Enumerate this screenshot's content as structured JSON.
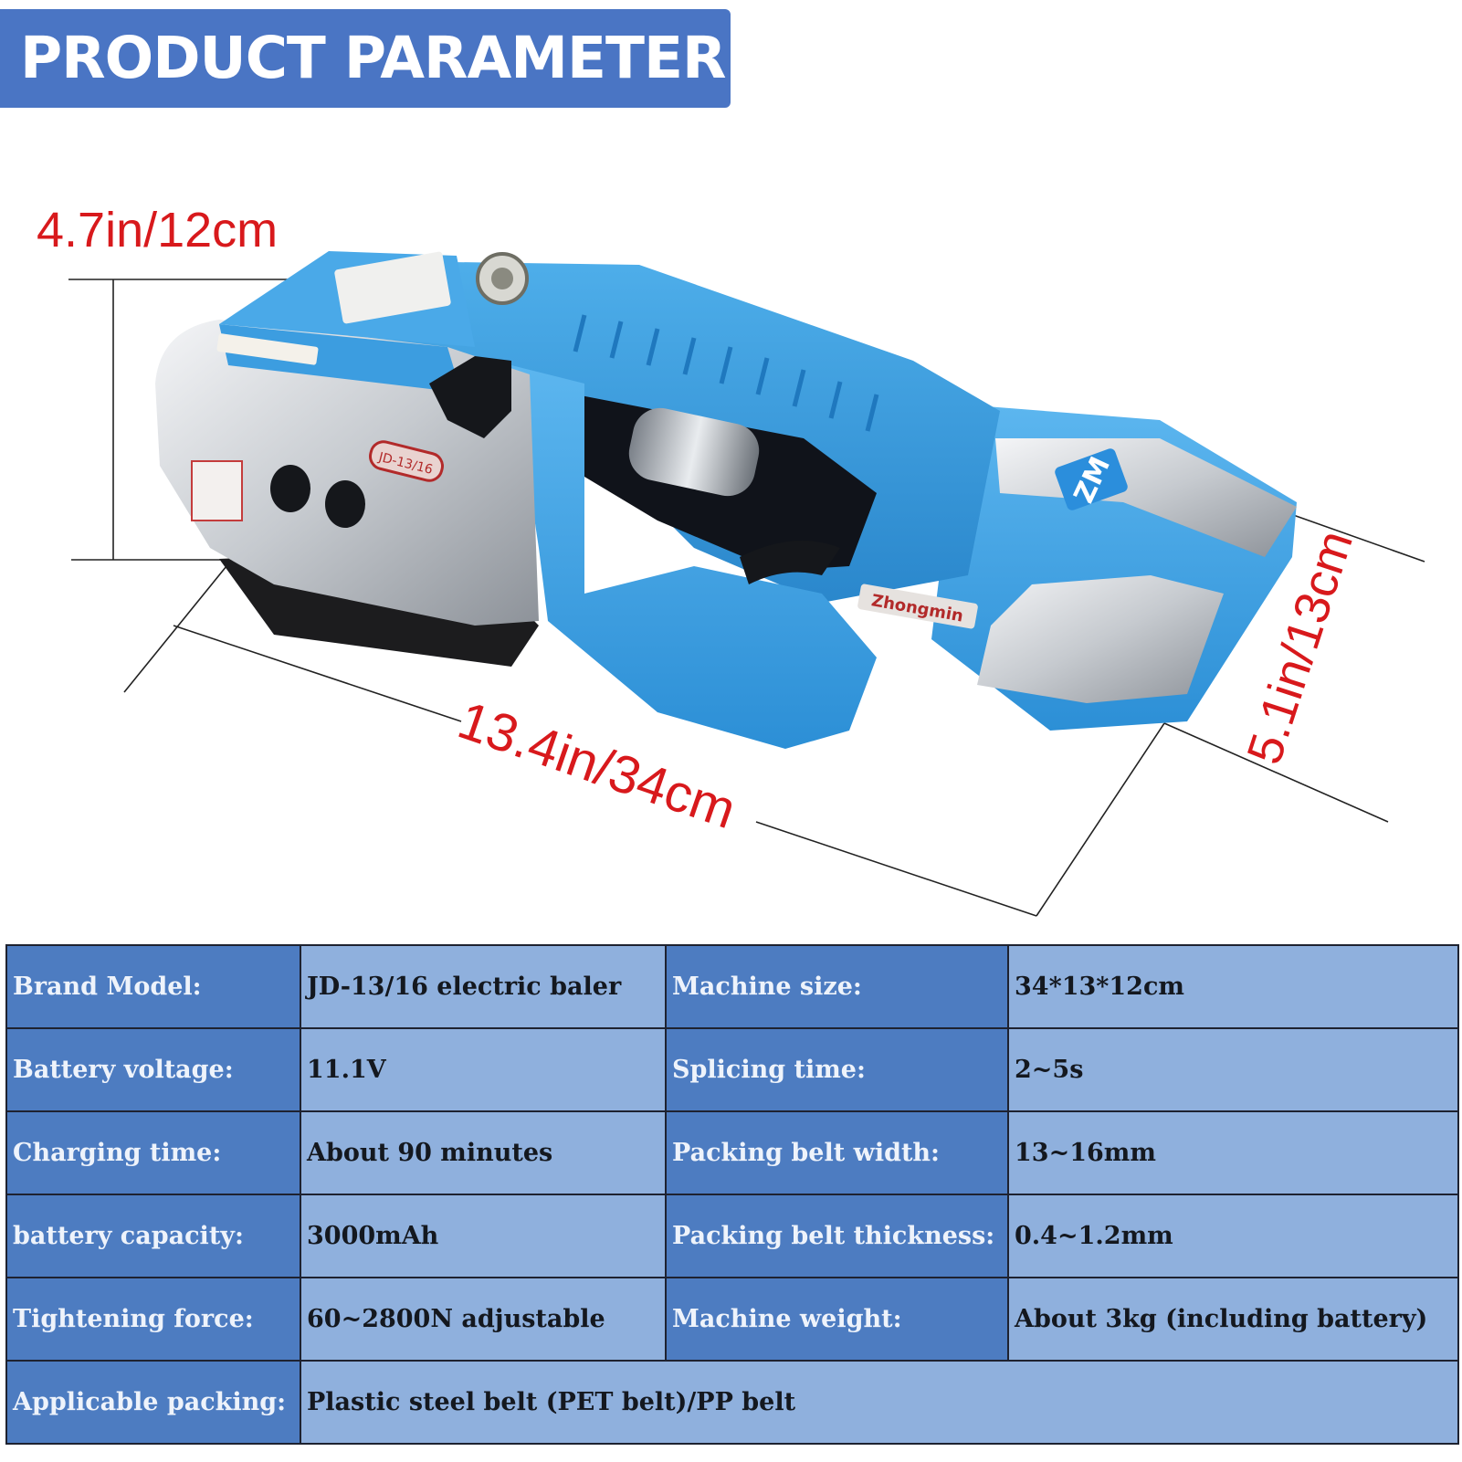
{
  "banner": {
    "title": "PRODUCT PARAMETER"
  },
  "product_image": {
    "dimensions": {
      "height": "4.7in/12cm",
      "length": "13.4in/34cm",
      "width": "5.1in/13cm"
    },
    "logo_text": "ZM",
    "model_sticker": "JD-13/16",
    "nameplate": "Zhongmin"
  },
  "colors": {
    "banner": "#4a75c4",
    "dimension_text": "#d8191c",
    "tool_body": "#3fa2e4",
    "key_cell": "#4d7cc1",
    "value_cell": "#8fb0dd"
  },
  "spec_table": {
    "rows": [
      {
        "label_a": "Brand Model:",
        "value_a": "JD-13/16 electric baler",
        "label_b": "Machine size:",
        "value_b": "34*13*12cm"
      },
      {
        "label_a": "Battery voltage:",
        "value_a": "11.1V",
        "label_b": "Splicing time:",
        "value_b": "2~5s"
      },
      {
        "label_a": "Charging time:",
        "value_a": "About 90 minutes",
        "label_b": "Packing belt width:",
        "value_b": "13~16mm"
      },
      {
        "label_a": "battery capacity:",
        "value_a": "3000mAh",
        "label_b": "Packing belt thickness:",
        "value_b": "0.4~1.2mm"
      },
      {
        "label_a": "Tightening force:",
        "value_a": "60~2800N adjustable",
        "label_b": "Machine weight:",
        "value_b": "About 3kg (including battery)"
      }
    ],
    "last_row": {
      "label": "Applicable packing:",
      "value": "Plastic steel belt (PET belt)/PP belt"
    }
  }
}
